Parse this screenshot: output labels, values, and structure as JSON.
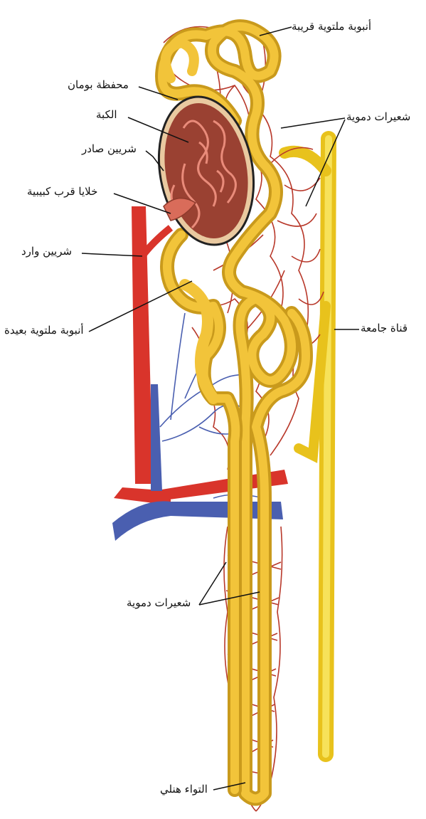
{
  "labels": {
    "proximal_tubule": "أنبوبة ملتوية قريبة",
    "bowman_capsule": "محفظة بومان",
    "glomerulus": "الكبة",
    "efferent_artery": "شريين صادر",
    "juxtaglomerular_cells": "خلايا قرب كبيبية",
    "afferent_artery": "شريين وارد",
    "distal_tubule": "أنبوبة ملتوية بعيدة",
    "capillaries_top": "شعيرات دموية",
    "collecting_duct": "قناة جامعة",
    "capillaries_bottom": "شعيرات دموية",
    "loop_of_henle": "التواء هنلي"
  },
  "colors": {
    "tubule": "#f2c43a",
    "tubule_dark": "#c99a1c",
    "artery": "#d9342b",
    "vein": "#4a5fb0",
    "capillary": "#b8382a",
    "glomerulus": "#8e3a2c",
    "duct": "#f4d835"
  }
}
